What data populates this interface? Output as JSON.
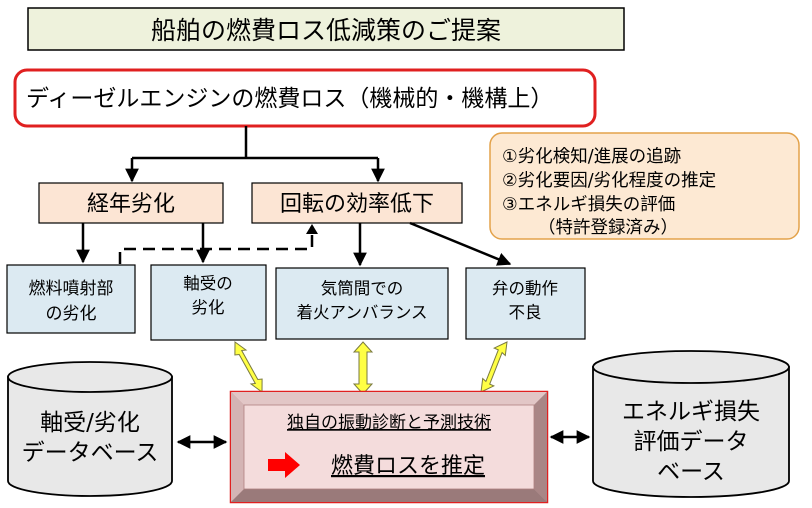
{
  "title": "船舶の燃費ロス低減策のご提案",
  "main_box": "ディーゼルエンジンの燃費ロス（機械的・機構上）",
  "notes": [
    "①劣化検知/進展の追跡",
    "②劣化要因/劣化程度の推定",
    "③エネルギ損失の評価",
    "（特許登録済み）"
  ],
  "categories": {
    "aging": "経年劣化",
    "efficiency": "回転の効率低下"
  },
  "factors": {
    "injector": [
      "燃料噴射部",
      "の劣化"
    ],
    "bearing": [
      "軸受の",
      "劣化"
    ],
    "imbalance": [
      "気筒間での",
      "着火アンバランス"
    ],
    "valve": [
      "弁の動作",
      "不良"
    ]
  },
  "databases": {
    "left": [
      "軸受/劣化",
      "データベース"
    ],
    "right": [
      "エネルギ損失",
      "評価データ",
      "ベース"
    ]
  },
  "center": {
    "tech": "独自の振動診断と予測技術",
    "result": "燃費ロスを推定"
  },
  "colors": {
    "title_fill": "#eef2dc",
    "main_border": "#e02020",
    "note_fill": "#fde9d3",
    "note_border": "#e3a24a",
    "category_fill": "#fce5d4",
    "factor_fill": "#dceaf2",
    "db_fill": "#e8e8e8",
    "center_face": "#f4dcdc",
    "center_bevel": "#c8a4a4",
    "result_arrow": "#ff0000",
    "yellow_arrow": "#ffff44"
  }
}
